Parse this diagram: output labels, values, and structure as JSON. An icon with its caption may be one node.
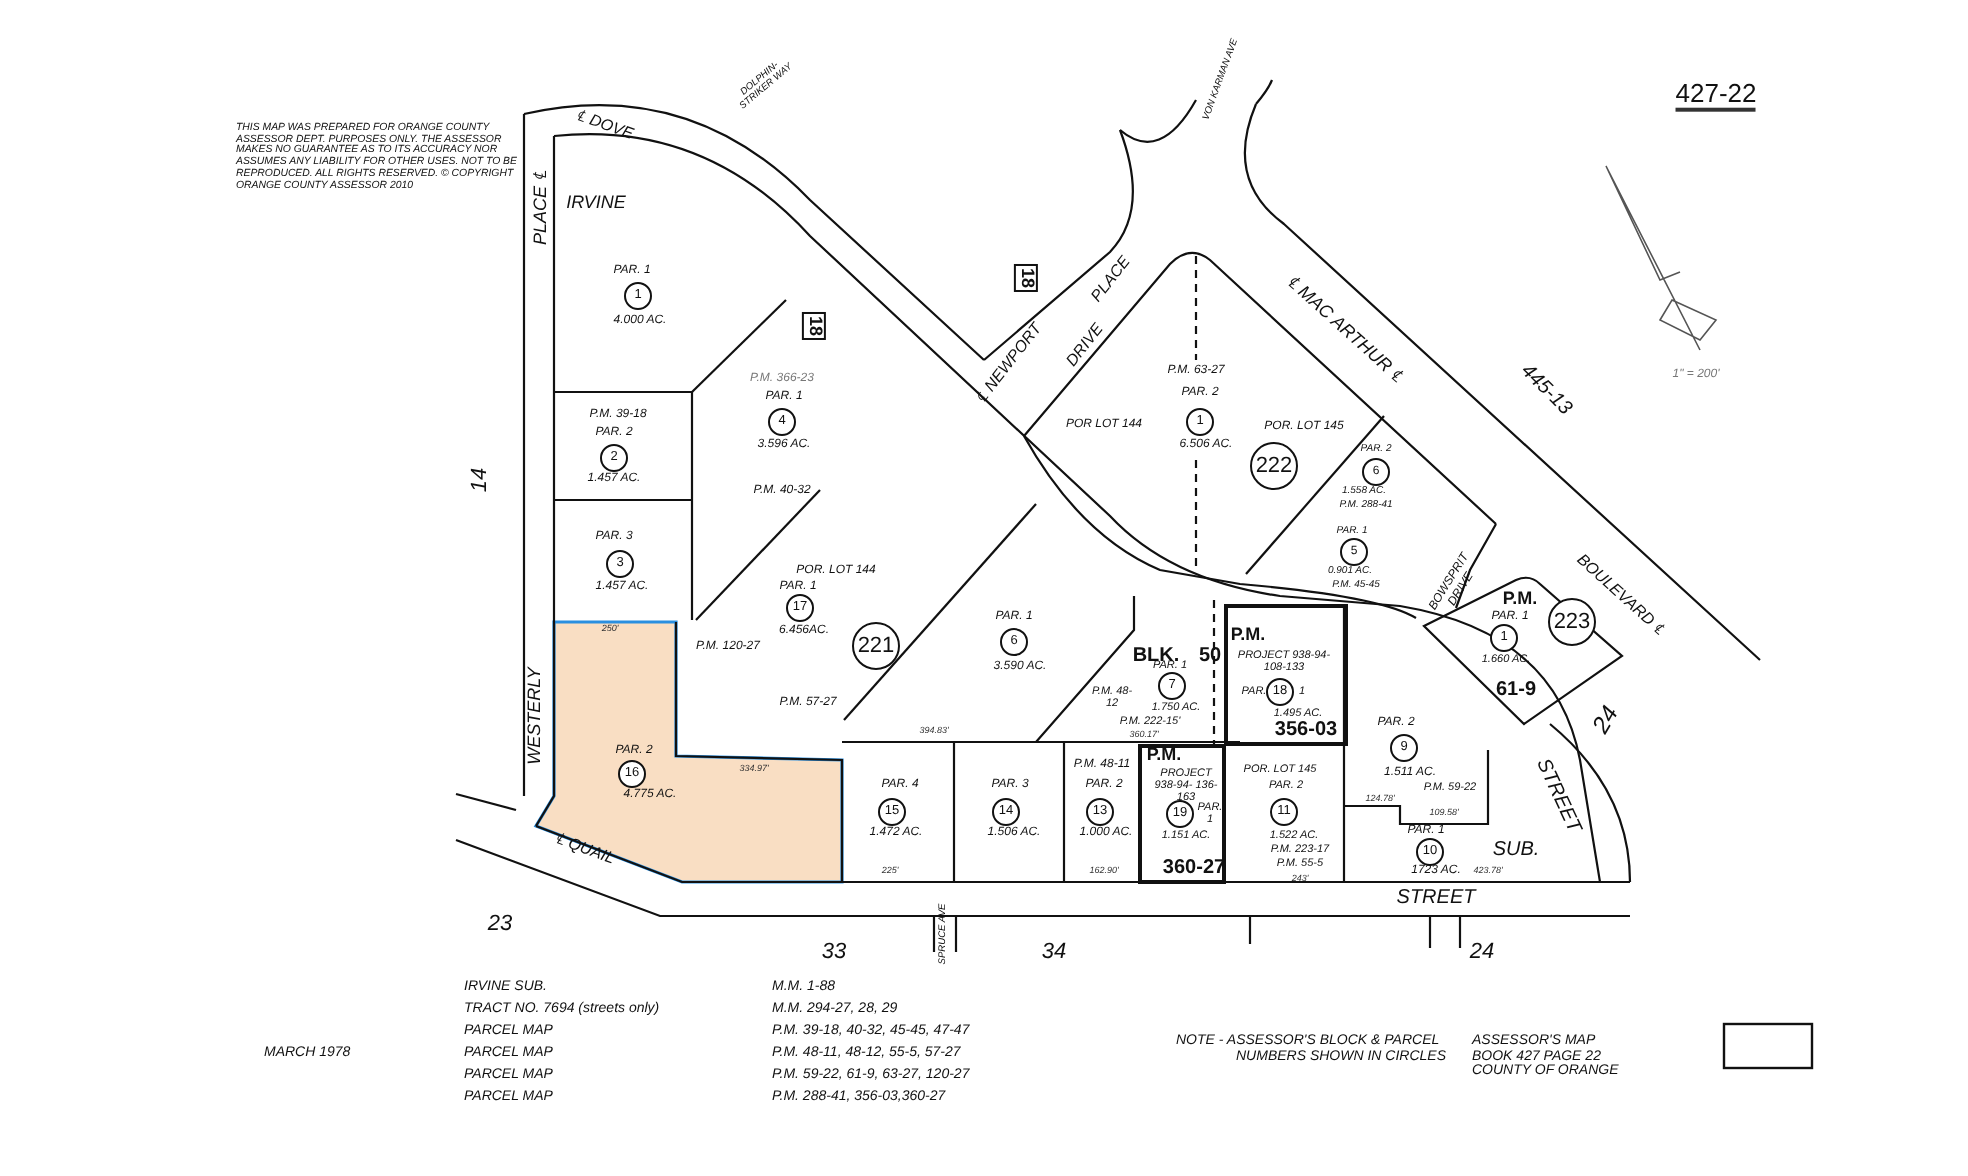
{
  "diagram": {
    "labels": [
      "427-22",
      "THIS MAP WAS PREPARED FOR ORANGE COUNTY ASSESSOR DEPT. PURPOSES ONLY. THE ASSESSOR MAKES NO GUARANTEE AS TO ITS ACCURACY NOR ASSUMES ANY LIABILITY FOR OTHER USES. NOT TO BE REPRODUCED. ALL RIGHTS RESERVED. © COPYRIGHT ORANGE COUNTY ASSESSOR 2010",
      "℄ DOVE",
      "DOLPHIN-STRIKER WAY",
      "18",
      "VON KARMAN AVE",
      "18",
      "IRVINE",
      "PLACE ℄",
      "PAR. 1",
      "1",
      "4.000 AC.",
      "℄ NEWPORT",
      "DRIVE",
      "PLACE",
      "℄ MAC ARTHUR ℄",
      "P.M. 63-27",
      "P.M. 39-18",
      "P.M. 366-23",
      "PAR. 1",
      "4",
      "3.596 AC.",
      "POR LOT 144",
      "PAR. 2",
      "1",
      "6.506 AC.",
      "POR. LOT 145",
      "222",
      "445-13",
      "1\" = 200'",
      "PAR. 2",
      "2",
      "1.457 AC.",
      "PAR. 2",
      "6",
      "1.558 AC.",
      "P.M. 288-41",
      "14",
      "P.M. 40-32",
      "PAR. 1",
      "5",
      "0.901 AC.",
      "P.M. 45-45",
      "PAR. 3",
      "3",
      "1.457 AC.",
      "POR. LOT 144",
      "PAR. 1",
      "17",
      "6.456AC.",
      "BOWSPRIT DRIVE",
      "P.M.",
      "BOULEVARD ℄",
      "PAR. 1",
      "6",
      "3.590 AC.",
      "221",
      "250'",
      "P.M. 120-27",
      "PAR. 1",
      "1",
      "1.660 AC.",
      "223",
      "BLK.",
      "50",
      "P.M.",
      "PROJECT 938-94-108-133",
      "PAR. 1",
      "7",
      "1.750 AC.",
      "P.M. 48-12",
      "61-9",
      "PAR.",
      "18",
      "1",
      "1.495 AC.",
      "P.M. 222-15'",
      "24",
      "P.M. 57-27",
      "WESTERLY",
      "394.83'",
      "360.17'",
      "356-03",
      "PAR. 2",
      "PAR. 2",
      "P.M.",
      "9",
      "16",
      "334.97'",
      "P.M. 48-11",
      "POR. LOT 145",
      "1.511 AC.",
      "4.775 AC.",
      "PAR. 4",
      "PAR. 3",
      "PAR. 2",
      "PROJECT 938-94- 136-163",
      "PAR. 2",
      "124.78'",
      "P.M. 59-22",
      "STREET",
      "15",
      "14",
      "13",
      "19",
      "PAR. 1",
      "11",
      "109.58'",
      "1.472 AC.",
      "1.506 AC.",
      "1.000 AC.",
      "1.151 AC.",
      "1.522 AC.",
      "PAR. 1",
      "℄ QUAIL",
      "P.M. 223-17",
      "10",
      "SUB.",
      "225'",
      "162.90'",
      "360-27",
      "P.M. 55-5",
      "243'",
      "1723 AC.",
      "423.78'",
      "STREET",
      "23",
      "SPRUCE AVE",
      "33",
      "34",
      "24",
      "IRVINE SUB.",
      "M.M. 1-88",
      "TRACT NO. 7694 (streets only)",
      "M.M. 294-27, 28, 29",
      "PARCEL MAP",
      "P.M. 39-18, 40-32, 45-45, 47-47",
      "MARCH 1978",
      "PARCEL MAP",
      "P.M. 48-11, 48-12, 55-5, 57-27",
      "NOTE - ASSESSOR'S BLOCK & PARCEL NUMBERS SHOWN IN CIRCLES",
      "ASSESSOR'S MAP BOOK 427 PAGE 22 COUNTY OF ORANGE",
      "PARCEL MAP",
      "P.M. 59-22, 61-9, 63-27, 120-27",
      "PARCEL MAP",
      "P.M. 288-41, 356-03,360-27"
    ]
  }
}
